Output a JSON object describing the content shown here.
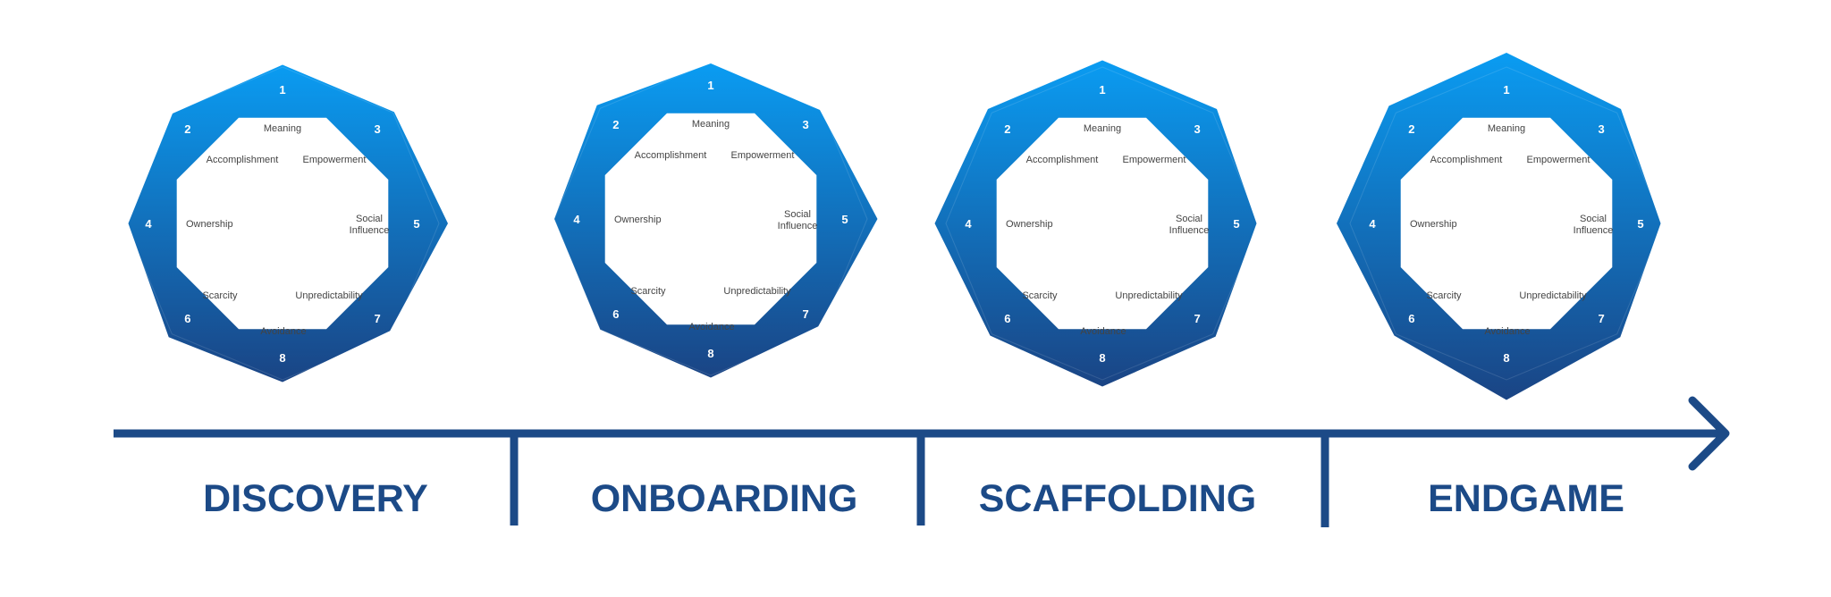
{
  "colors": {
    "gradient_top": "#0a9cf2",
    "gradient_bottom": "#1a4484",
    "timeline": "#1c4a87",
    "label_text": "#444444"
  },
  "core_drives": [
    {
      "number": "1",
      "label": "Meaning"
    },
    {
      "number": "2",
      "label": "Accomplishment"
    },
    {
      "number": "3",
      "label": "Empowerment"
    },
    {
      "number": "4",
      "label": "Ownership"
    },
    {
      "number": "5",
      "label": [
        "Social",
        "Influence"
      ]
    },
    {
      "number": "6",
      "label": "Scarcity"
    },
    {
      "number": "7",
      "label": "Unpredictability"
    },
    {
      "number": "8",
      "label": "Avoidance"
    }
  ],
  "phases": [
    {
      "name": "DISCOVERY",
      "drive_levels": [
        0.55,
        0.48,
        0.53,
        0.45,
        0.7,
        0.6,
        0.4,
        0.55
      ]
    },
    {
      "name": "ONBOARDING",
      "drive_levels": [
        0.48,
        0.6,
        0.45,
        0.5,
        0.73,
        0.5,
        0.4,
        0.55
      ]
    },
    {
      "name": "SCAFFOLDING",
      "drive_levels": [
        0.65,
        0.62,
        0.62,
        0.75,
        0.45,
        0.55,
        0.58,
        0.65
      ]
    },
    {
      "name": "ENDGAME",
      "drive_levels": [
        0.82,
        0.72,
        0.62,
        0.8,
        0.45,
        0.55,
        0.6,
        0.95
      ]
    }
  ]
}
